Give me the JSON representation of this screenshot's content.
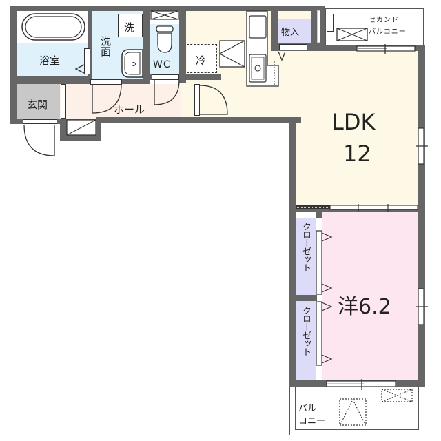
{
  "floorplan": {
    "layout": "1LDK",
    "colors": {
      "wall": "#666666",
      "bath": "#dff2fb",
      "wash": "#dff2fb",
      "wc": "#dff2fb",
      "entrance": "#c8c8c8",
      "hall": "#fdf0e8",
      "ldk": "#fef8e6",
      "western": "#fde6ef",
      "closet": "#dcdcf8",
      "storage": "#dcdcf8"
    },
    "rooms": {
      "bathroom": {
        "label": "浴室"
      },
      "washroom": {
        "label": "洗面"
      },
      "washer": {
        "label": "洗"
      },
      "toilet": {
        "label": "WC"
      },
      "entrance": {
        "label": "玄関"
      },
      "hall": {
        "label": "ホール"
      },
      "fridge": {
        "label": "冷"
      },
      "storage": {
        "label": "物入"
      },
      "second_balcony": {
        "label_line1": "セカンド",
        "label_line2": "バルコニー"
      },
      "ldk": {
        "label": "LDK",
        "size": "12"
      },
      "western_room": {
        "label": "洋6.2"
      },
      "closet1": {
        "label": "クローゼット"
      },
      "closet2": {
        "label": "クローゼット"
      },
      "balcony": {
        "label_line1": "バル",
        "label_line2": "コニー"
      }
    }
  }
}
